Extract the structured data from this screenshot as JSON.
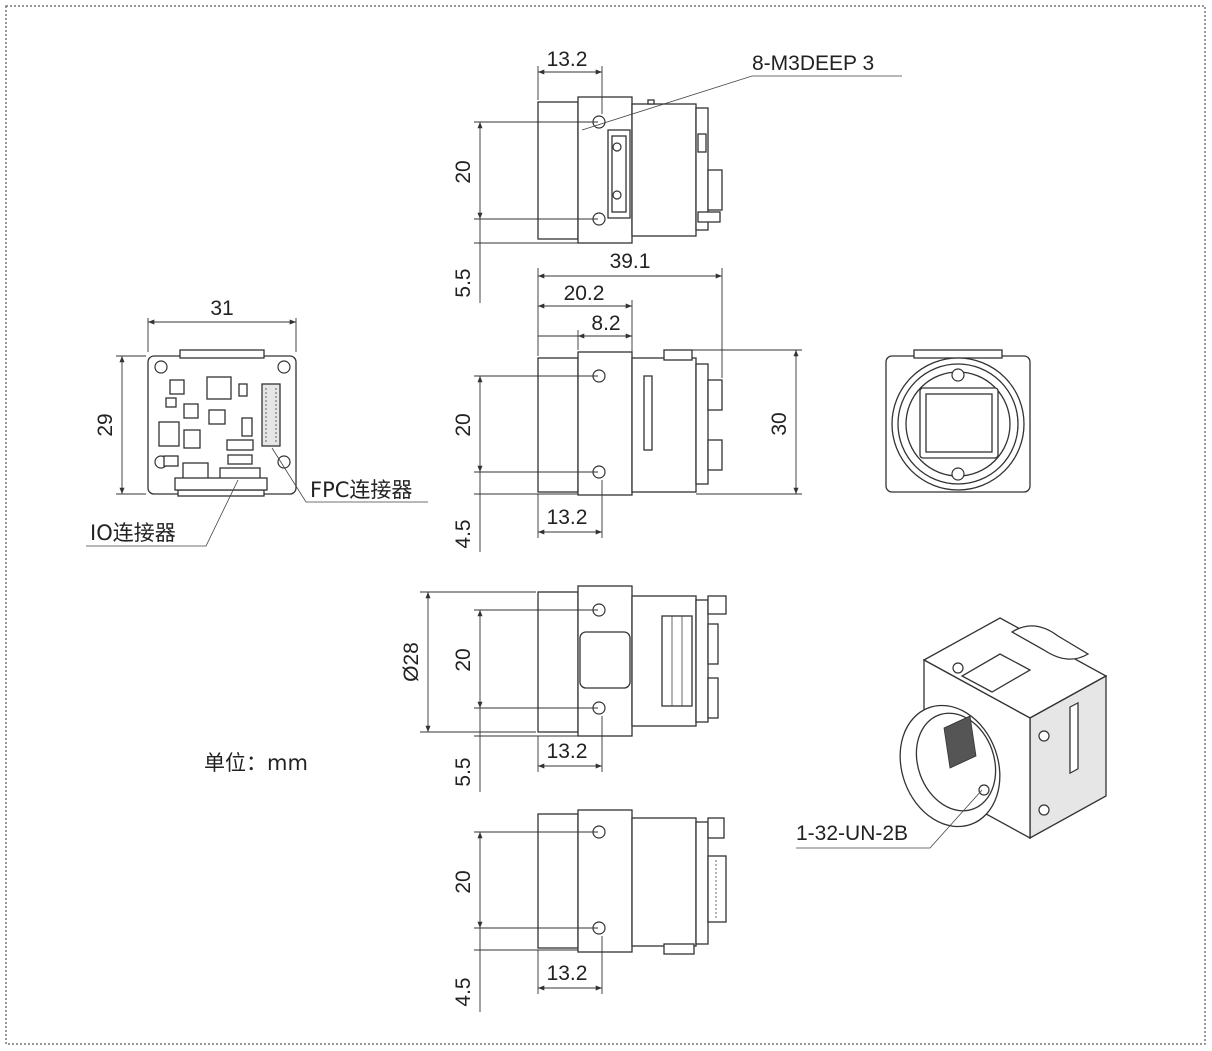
{
  "drawing": {
    "unit_note": "单位：mm",
    "callouts": {
      "mount_holes": "8-M3DEEP 3",
      "fpc_connector": "FPC连接器",
      "io_connector": "IO连接器",
      "lens_thread": "1-32-UN-2B"
    },
    "back_view": {
      "width": "31",
      "height": "29"
    },
    "top_view": {
      "depth": "13.2",
      "hole_pitch": "20",
      "offset": "5.5"
    },
    "side_view": {
      "overall_length": "39.1",
      "body_length": "20.2",
      "front_length": "8.2",
      "height": "30",
      "hole_pitch": "20",
      "depth": "13.2",
      "offset": "4.5"
    },
    "bottom_view": {
      "diameter": "Ø28",
      "hole_pitch": "20",
      "depth": "13.2",
      "offset": "5.5"
    },
    "rear_side_view": {
      "hole_pitch": "20",
      "depth": "13.2",
      "offset": "4.5"
    }
  }
}
